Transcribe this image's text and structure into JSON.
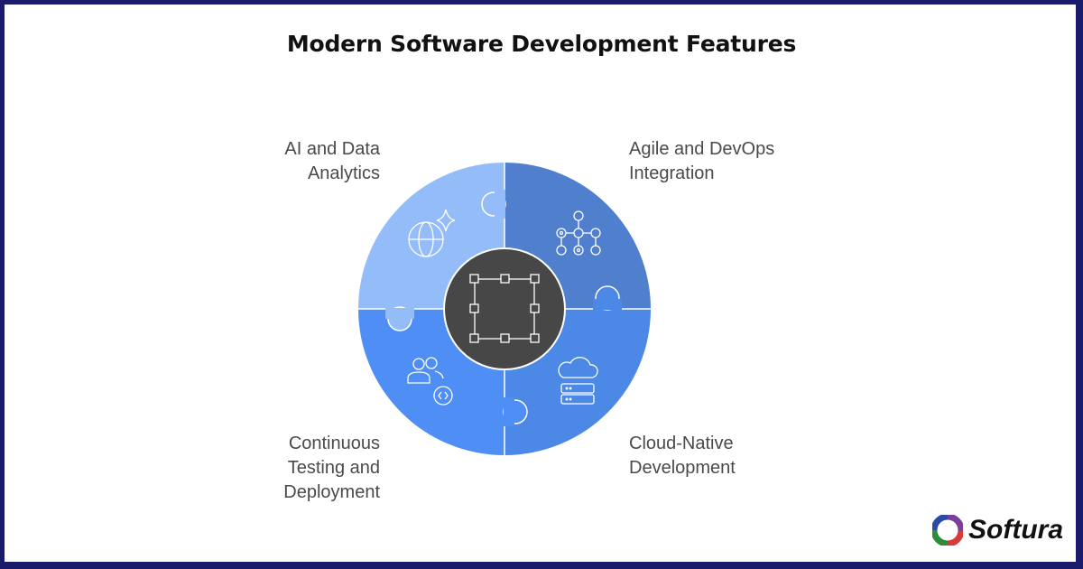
{
  "title": "Modern Software Development Features",
  "segments": [
    {
      "label_line1": "AI and Data",
      "label_line2": "Analytics",
      "icon": "globe-sparkle-icon",
      "color": "#93bcf9"
    },
    {
      "label_line1": "Agile and DevOps",
      "label_line2": "Integration",
      "icon": "network-nodes-icon",
      "color": "#4f7fcd"
    },
    {
      "label_line1": "Cloud-Native",
      "label_line2": "Development",
      "icon": "cloud-server-icon",
      "color": "#4c88e6"
    },
    {
      "label_line1": "Continuous",
      "label_line2": "Testing and",
      "label_line3": "Deployment",
      "icon": "team-code-icon",
      "color": "#4f8ff5"
    }
  ],
  "center": {
    "icon": "frame-selection-icon",
    "color": "#474747"
  },
  "brand": {
    "name": "Softura",
    "border_color": "#1b1b6b"
  }
}
